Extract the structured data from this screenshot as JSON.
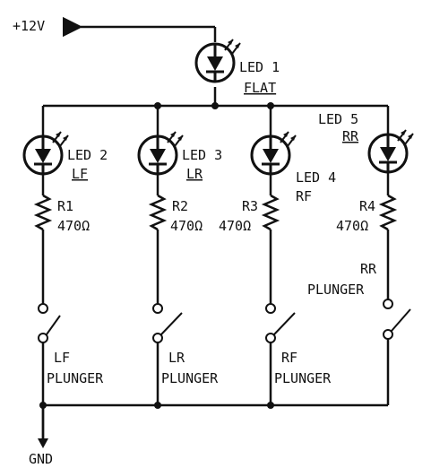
{
  "supply_label": "+12V",
  "ground_label": "GND",
  "led1": {
    "name": "LED 1",
    "function": "FLAT"
  },
  "led2": {
    "name": "LED 2",
    "function": "LF"
  },
  "led3": {
    "name": "LED 3",
    "function": "LR"
  },
  "led4": {
    "name": "LED 4",
    "function": "RF"
  },
  "led5": {
    "name": "LED 5",
    "function": "RR"
  },
  "r1": {
    "name": "R1",
    "value": "470Ω"
  },
  "r2": {
    "name": "R2",
    "value": "470Ω"
  },
  "r3": {
    "name": "R3",
    "value": "470Ω"
  },
  "r4": {
    "name": "R4",
    "value": "470Ω"
  },
  "sw_lf": {
    "line1": "LF",
    "line2": "PLUNGER"
  },
  "sw_lr": {
    "line1": "LR",
    "line2": "PLUNGER"
  },
  "sw_rf": {
    "line1": "RF",
    "line2": "PLUNGER"
  },
  "sw_rr": {
    "line1": "RR",
    "line2": "PLUNGER"
  },
  "colors": {
    "ink": "#111111",
    "background": "#ffffff"
  }
}
